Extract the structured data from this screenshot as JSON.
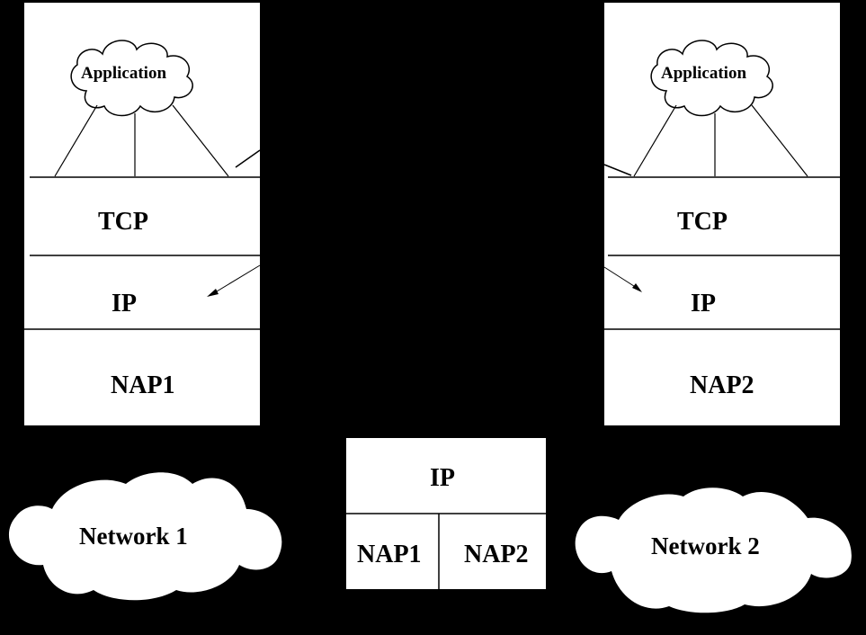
{
  "host_left": {
    "application": "Application",
    "layers": [
      "TCP",
      "IP",
      "NAP1"
    ]
  },
  "host_right": {
    "application": "Application",
    "layers": [
      "TCP",
      "IP",
      "NAP2"
    ]
  },
  "router": {
    "top": "IP",
    "bottom_left": "NAP1",
    "bottom_right": "NAP2"
  },
  "networks": [
    "Network 1",
    "Network 2"
  ],
  "colors": {
    "background": "#000000",
    "box": "#ffffff",
    "line": "#000000"
  }
}
